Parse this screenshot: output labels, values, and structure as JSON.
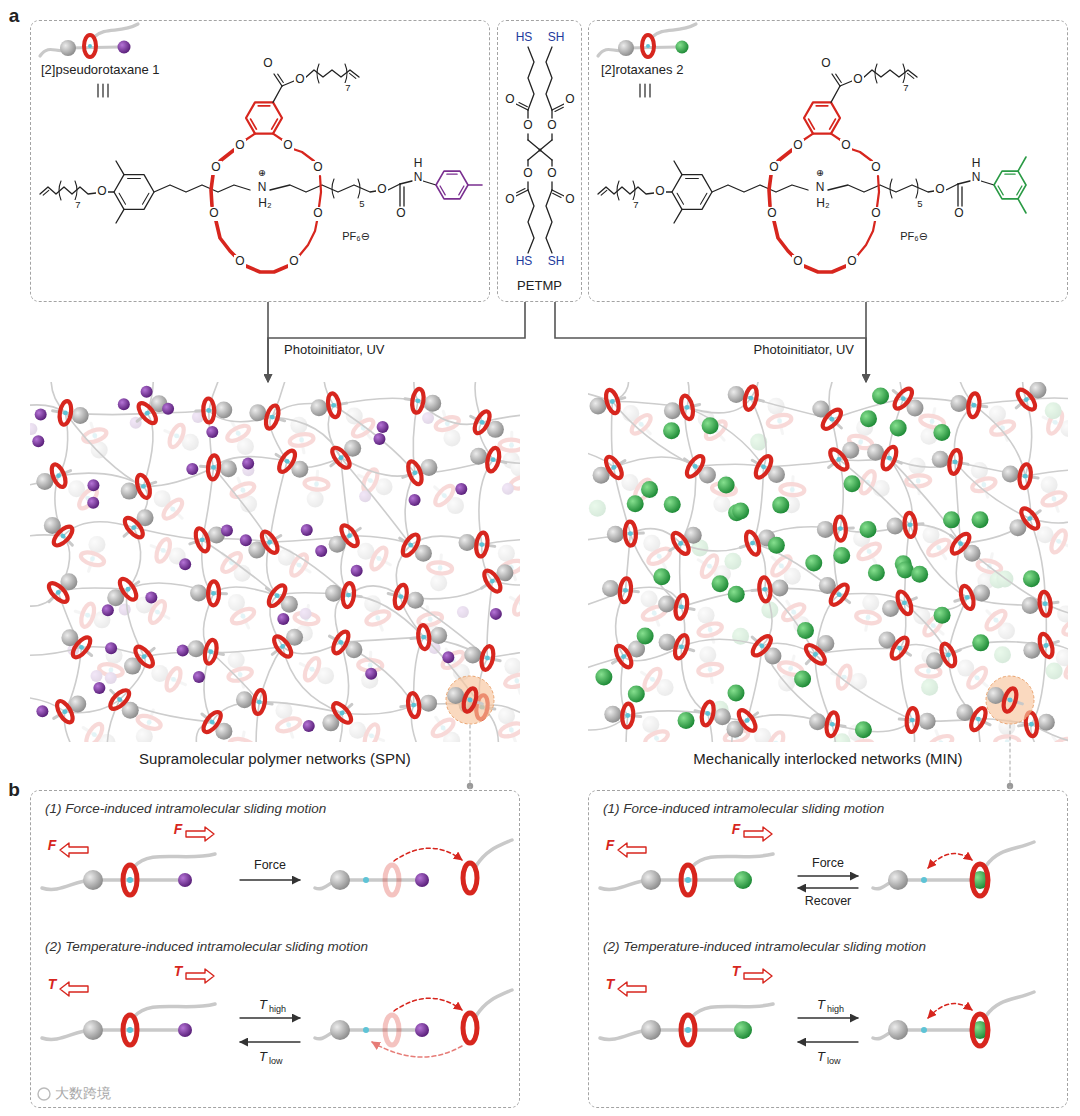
{
  "diagram": {
    "nodes": [
      {
        "text": [
          "[2]pseudorotaxane 1"
        ]
      },
      {
        "text": [
          "PETMP"
        ]
      },
      {
        "text": [
          "[2]rotaxanes 2"
        ]
      },
      {
        "text": [
          "Supramolecular polymer networks (SPN)"
        ]
      },
      {
        "text": [
          "Mechanically interlocked networks (MIN)"
        ]
      },
      {
        "text": [
          "(1) Force-induced intramolecular sliding motion",
          "(2) Temperature-induced intramolecular sliding motion"
        ]
      },
      {
        "text": [
          "(1) Force-induced intramolecular sliding motion",
          "(2) Temperature-induced intramolecular sliding motion"
        ]
      }
    ],
    "edges": [
      {
        "from": 0,
        "to": 3,
        "arrow": "to"
      },
      {
        "from": 1,
        "to": 3,
        "arrow": "to",
        "label": "Photoinitiator, UV"
      },
      {
        "from": 2,
        "to": 4,
        "arrow": "to"
      },
      {
        "from": 1,
        "to": 4,
        "arrow": "to",
        "label": "Photoinitiator, UV"
      },
      {
        "from": 3,
        "to": 5,
        "arrow": "none"
      },
      {
        "from": 4,
        "to": 6,
        "arrow": "none"
      }
    ],
    "labels": [
      "a",
      "O",
      "O",
      "7",
      "O",
      "O",
      "O",
      "O",
      "O",
      "O",
      "O",
      "O",
      "7",
      "O",
      "⊕",
      "N",
      "H₂",
      "5",
      "O",
      "O",
      "H",
      "N",
      "PF₆⊖",
      "HS",
      "O",
      "O",
      "SH",
      "O",
      "O",
      "HS",
      "O",
      "O",
      "SH",
      "O",
      "O",
      "O",
      "O",
      "7",
      "O",
      "O",
      "O",
      "O",
      "O",
      "O",
      "O",
      "O",
      "7",
      "O",
      "⊕",
      "N",
      "H₂",
      "5",
      "O",
      "O",
      "H",
      "N",
      "PF₆⊖",
      "b",
      "F",
      "F",
      "Force",
      "T",
      "T",
      "T",
      "high",
      "T",
      "low",
      "F",
      "F",
      "Force",
      "Recover",
      "T",
      "T",
      "T",
      "high",
      "T",
      "low",
      "大数跨境"
    ]
  }
}
